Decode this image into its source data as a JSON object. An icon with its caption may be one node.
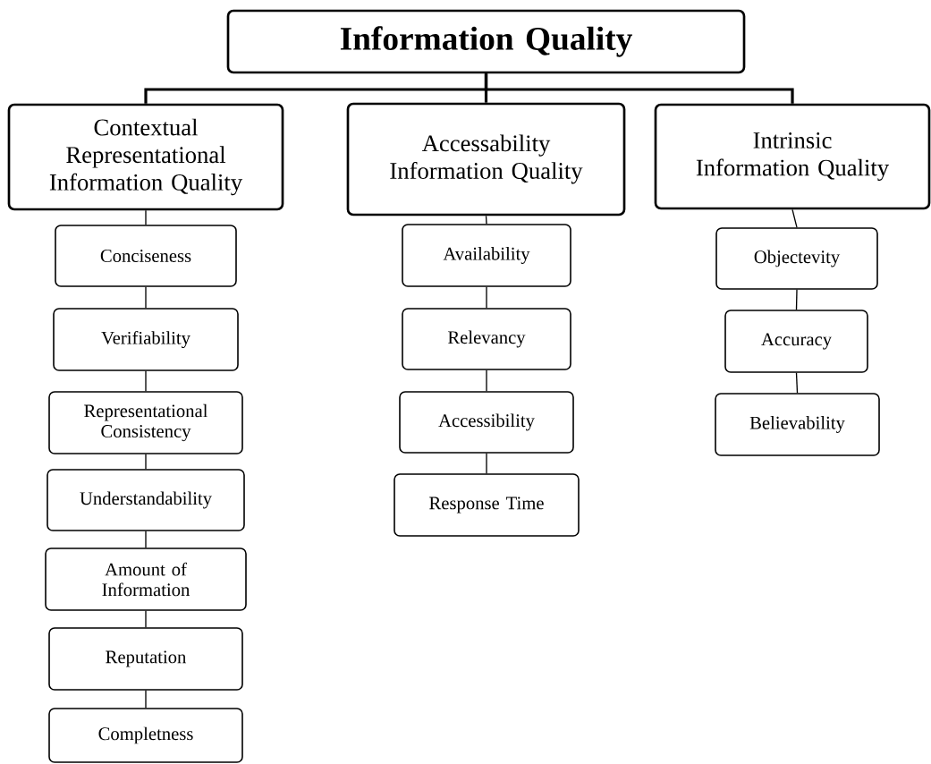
{
  "diagram": {
    "nodes": [
      {
        "text": [
          "Information Quality"
        ]
      },
      {
        "text": [
          "Contextual Representational Information Quality"
        ]
      },
      {
        "text": [
          "Accessability Information Quality"
        ]
      },
      {
        "text": [
          "Intrinsic Information Quality"
        ]
      },
      {
        "text": [
          "Conciseness"
        ]
      },
      {
        "text": [
          "Verifiability"
        ]
      },
      {
        "text": [
          "Representational Consistency"
        ]
      },
      {
        "text": [
          "Understandability"
        ]
      },
      {
        "text": [
          "Amount of Information"
        ]
      },
      {
        "text": [
          "Reputation"
        ]
      },
      {
        "text": [
          "Completness"
        ]
      },
      {
        "text": [
          "Availability"
        ]
      },
      {
        "text": [
          "Relevancy"
        ]
      },
      {
        "text": [
          "Accessibility"
        ]
      },
      {
        "text": [
          "Response Time"
        ]
      },
      {
        "text": [
          "Objectevity"
        ]
      },
      {
        "text": [
          "Accuracy"
        ]
      },
      {
        "text": [
          "Believability"
        ]
      }
    ],
    "edges": [
      {
        "from": 0,
        "to": 1,
        "arrow": "none",
        "style": "thick"
      },
      {
        "from": 0,
        "to": 2,
        "arrow": "none",
        "style": "thick"
      },
      {
        "from": 0,
        "to": 3,
        "arrow": "none",
        "style": "thick"
      },
      {
        "from": 1,
        "to": 4,
        "arrow": "none"
      },
      {
        "from": 4,
        "to": 5,
        "arrow": "none"
      },
      {
        "from": 5,
        "to": 6,
        "arrow": "none"
      },
      {
        "from": 6,
        "to": 7,
        "arrow": "none"
      },
      {
        "from": 7,
        "to": 8,
        "arrow": "none"
      },
      {
        "from": 8,
        "to": 9,
        "arrow": "none"
      },
      {
        "from": 9,
        "to": 10,
        "arrow": "none"
      },
      {
        "from": 2,
        "to": 11,
        "arrow": "none"
      },
      {
        "from": 11,
        "to": 12,
        "arrow": "none"
      },
      {
        "from": 12,
        "to": 13,
        "arrow": "none"
      },
      {
        "from": 13,
        "to": 14,
        "arrow": "none"
      },
      {
        "from": 3,
        "to": 15,
        "arrow": "none"
      },
      {
        "from": 15,
        "to": 16,
        "arrow": "none"
      },
      {
        "from": 16,
        "to": 17,
        "arrow": "none"
      }
    ]
  }
}
